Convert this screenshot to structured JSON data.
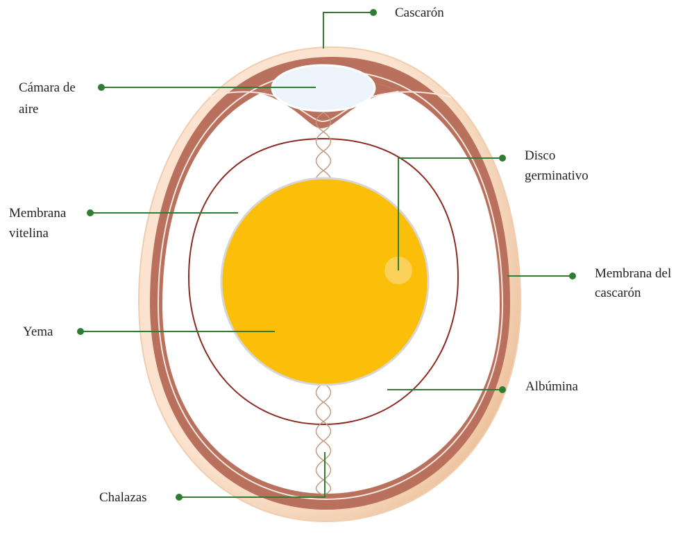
{
  "labels": {
    "cascaron": "Cascarón",
    "camara_l1": "Cámara de",
    "camara_l2": "aire",
    "disco_l1": "Disco",
    "disco_l2": "germinativo",
    "vitelina_l1": "Membrana",
    "vitelina_l2": "vitelina",
    "membrana_cascaron_l1": "Membrana del",
    "membrana_cascaron_l2": "cascarón",
    "yema": "Yema",
    "albumina": "Albúmina",
    "chalazas": "Chalazas"
  },
  "colors": {
    "leader": "#2e7d32",
    "shell_outer": "#f6d5b8",
    "shell_edge": "#e9bc96",
    "membrane": "#b86a58",
    "membrane_dark": "#8a3b2e",
    "air_cell": "#eef4fb",
    "yolk": "#fbbf0a",
    "yolk_edge": "#d9d9d9",
    "vitelline_line": "#8b2a22",
    "albumen": "#ffffff"
  }
}
